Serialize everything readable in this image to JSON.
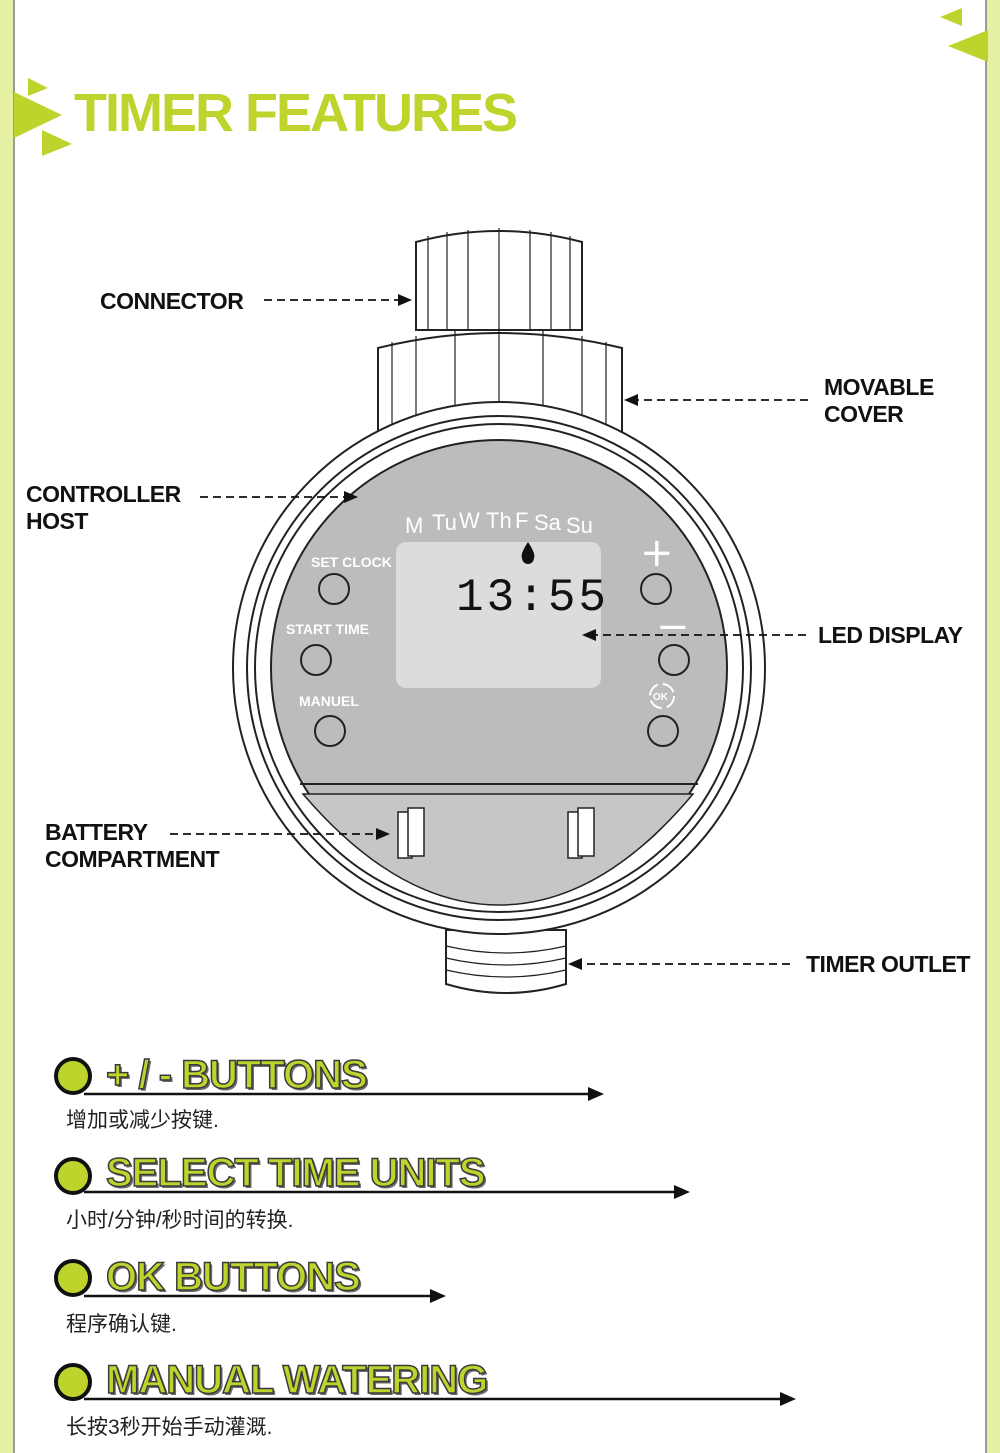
{
  "title": "TIMER FEATURES",
  "colors": {
    "accent": "#bed42c",
    "frame": "#e6f0a3",
    "device_face": "#bcbcbc",
    "lcd": "#dcdcdc"
  },
  "callouts": {
    "connector": "CONNECTOR",
    "movable_cover": "MOVABLE\nCOVER",
    "controller_host": "CONTROLLER\nHOST",
    "led_display": "LED DISPLAY",
    "battery_compartment": "BATTERY\nCOMPARTMENT",
    "timer_outlet": "TIMER OUTLET"
  },
  "device": {
    "days": [
      "M",
      "Tu",
      "W",
      "Th",
      "F",
      "Sa",
      "Su"
    ],
    "time": "13:55",
    "set_clock": "SET CLOCK",
    "start_time": "START TIME",
    "manuel": "MANUEL",
    "plus": "+",
    "minus": "−",
    "ok": "OK"
  },
  "features": [
    {
      "title": "+ / - BUTTONS",
      "desc": "增加或减少按键."
    },
    {
      "title": "SELECT TIME UNITS",
      "desc": "小时/分钟/秒时间的转换."
    },
    {
      "title": "OK BUTTONS",
      "desc": "程序确认键."
    },
    {
      "title": "MANUAL WATERING",
      "desc": "长按3秒开始手动灌溉."
    }
  ]
}
